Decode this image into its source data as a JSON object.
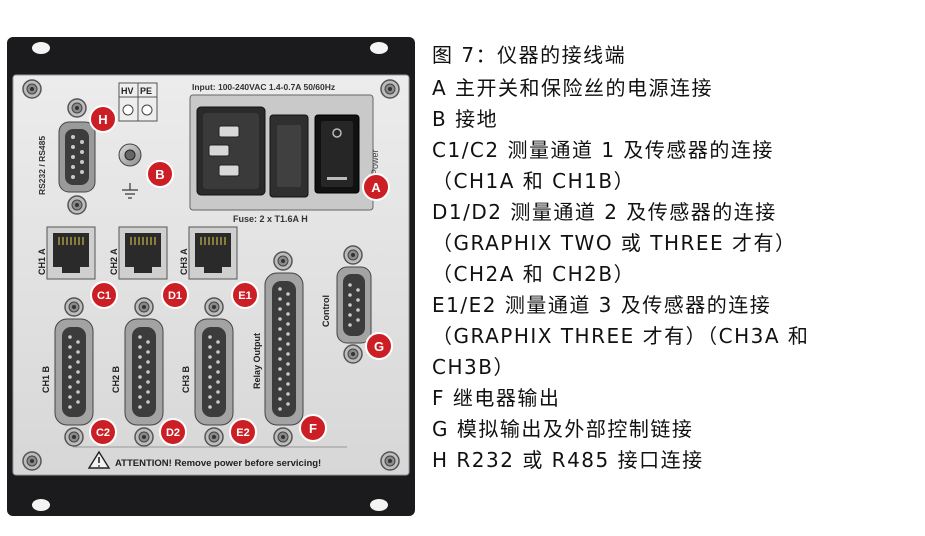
{
  "panel": {
    "input_label": "Input: 100-240VAC 1.4-0.7A 50/60Hz",
    "fuse_label": "Fuse: 2 x T1.6A H",
    "power_label": "Power",
    "hv_label": "HV",
    "pe_label": "PE",
    "rs_label": "RS232 / RS485",
    "control_label": "Control",
    "relay_label": "Relay Output",
    "attention_label": "ATTENTION! Remove power before servicing!",
    "rj45": [
      {
        "label": "CH1 A",
        "badge": "C1"
      },
      {
        "label": "CH2 A",
        "badge": "D1"
      },
      {
        "label": "CH3 A",
        "badge": "E1"
      }
    ],
    "dsub": [
      {
        "label": "CH1 B",
        "badge": "C2"
      },
      {
        "label": "CH2 B",
        "badge": "D2"
      },
      {
        "label": "CH3 B",
        "badge": "E2"
      }
    ],
    "badges": {
      "A": "A",
      "B": "B",
      "F": "F",
      "G": "G",
      "H": "H"
    },
    "colors": {
      "panel_bg": "#1b1b1d",
      "plate": "#e4e4e4",
      "badge_red": "#cc1f25",
      "badge_ring": "#ffffff"
    }
  },
  "caption": {
    "title": "图 7：仪器的接线端",
    "lines": [
      "A 主开关和保险丝的电源连接",
      "B 接地",
      "C1/C2 测量通道 1 及传感器的连接",
      "（CH1A 和 CH1B）",
      "D1/D2 测量通道 2 及传感器的连接",
      "（GRAPHIX TWO 或 THREE 才有）",
      "（CH2A 和 CH2B）",
      "E1/E2 测量通道 3 及传感器的连接",
      "（GRAPHIX THREE 才有）（CH3A 和",
      "CH3B）",
      "F 继电器输出",
      "G 模拟输出及外部控制链接",
      "H R232 或 R485 接口连接"
    ]
  }
}
